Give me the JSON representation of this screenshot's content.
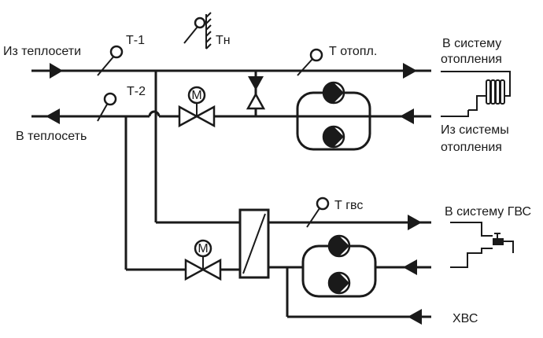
{
  "labels": {
    "from_network": "Из теплосети",
    "to_network": "В теплосеть",
    "t1": "Т-1",
    "t2": "Т-2",
    "tn": "Тн",
    "t_heat": "Т отопл.",
    "to_heating_1": "В систему",
    "to_heating_2": "отопления",
    "from_heating_1": "Из системы",
    "from_heating_2": "отопления",
    "t_dhw": "Т гвс",
    "to_dhw": "В систему ГВС",
    "cold_water": "ХВС",
    "motor_1": "M",
    "motor_2": "M"
  }
}
